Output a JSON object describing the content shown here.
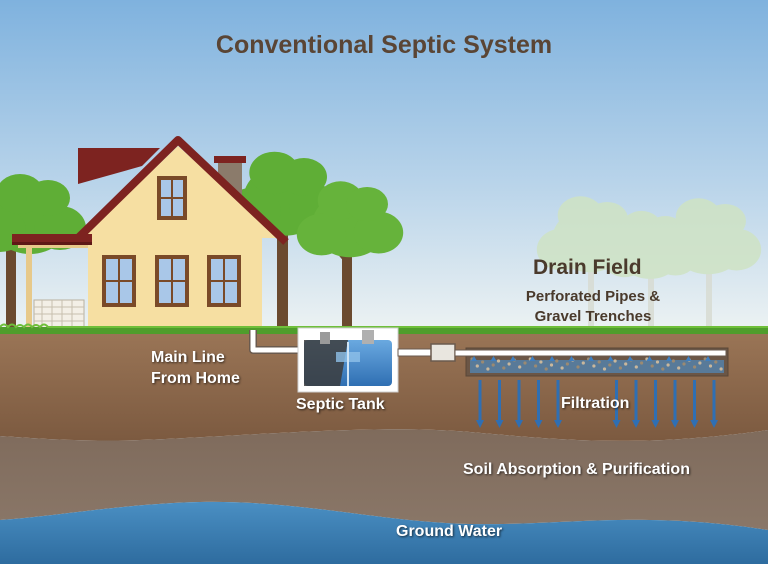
{
  "title": "Conventional Septic System",
  "labels": {
    "main_line": [
      "Main Line",
      "From Home"
    ],
    "septic_tank": "Septic Tank",
    "drain_field": "Drain Field",
    "drain_field_sub": [
      "Perforated Pipes &",
      "Gravel Trenches"
    ],
    "filtration": "Filtration",
    "soil_absorption": "Soil Absorption & Purification",
    "ground_water": "Ground Water"
  },
  "colors": {
    "sky_top": "#7fb2de",
    "sky_bottom": "#e6eff4",
    "grass": "#4f9d2c",
    "topsoil": "#8e6a4e",
    "subsoil": "#7a685c",
    "water": "#3b7fb5",
    "house_wall": "#f6dfa2",
    "roof": "#7d2320",
    "trim": "#7a4a28",
    "filtration_arrow": "#2f6fb3",
    "title_text": "#5a4535"
  },
  "icons": [
    "tree-icon",
    "house-icon",
    "septic-tank-icon",
    "distribution-box-icon",
    "perforated-pipe-icon",
    "filtration-arrow-icon"
  ]
}
